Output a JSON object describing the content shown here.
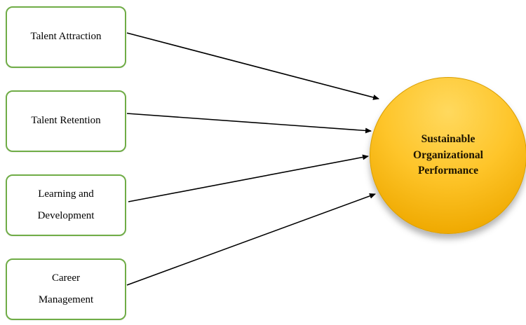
{
  "diagram": {
    "boxes": [
      {
        "label": "Talent Attraction"
      },
      {
        "label": "Talent Retention"
      },
      {
        "label": "Learning and\nDevelopment"
      },
      {
        "label": "Career\nManagement"
      }
    ],
    "circle": {
      "label": "Sustainable\nOrganizational\nPerformance"
    },
    "colors": {
      "box_border": "#6fac46",
      "circle_top": "#ffd95e",
      "circle_bottom": "#efa900",
      "arrow": "#000000"
    }
  }
}
